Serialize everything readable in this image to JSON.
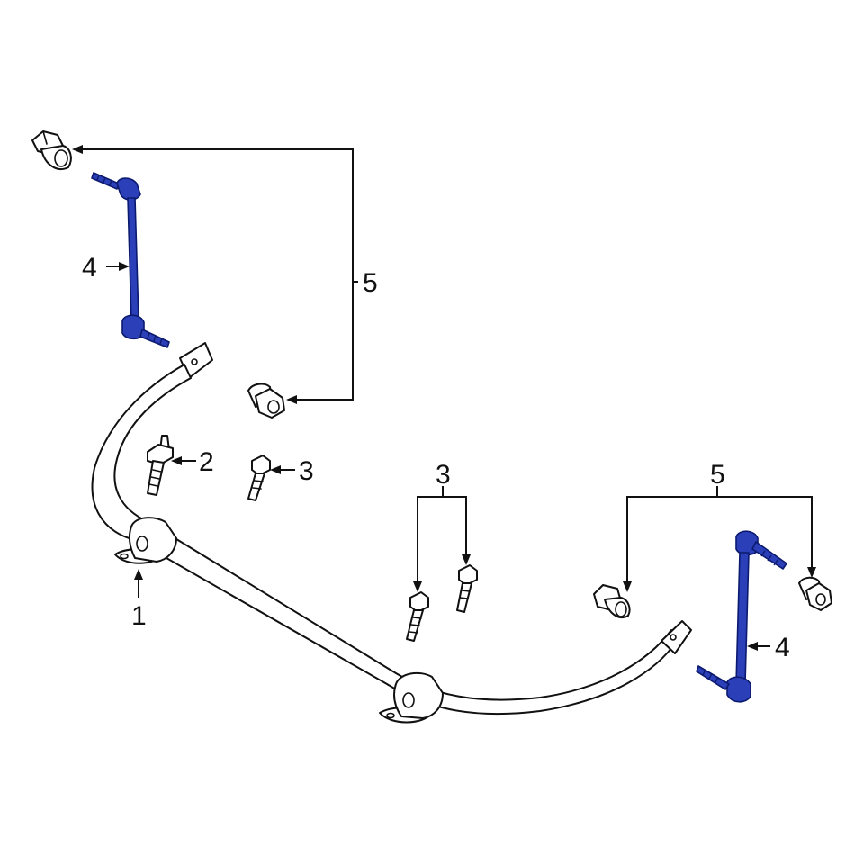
{
  "diagram": {
    "callouts": {
      "c1": "1",
      "c2": "2",
      "c3a": "3",
      "c3b": "3",
      "c4a": "4",
      "c4b": "4",
      "c5a": "5",
      "c5b": "5"
    },
    "colors": {
      "line": "#111111",
      "highlight": "#2b3fb8",
      "highlight_stroke": "#0b1a6e",
      "background": "#ffffff"
    }
  }
}
